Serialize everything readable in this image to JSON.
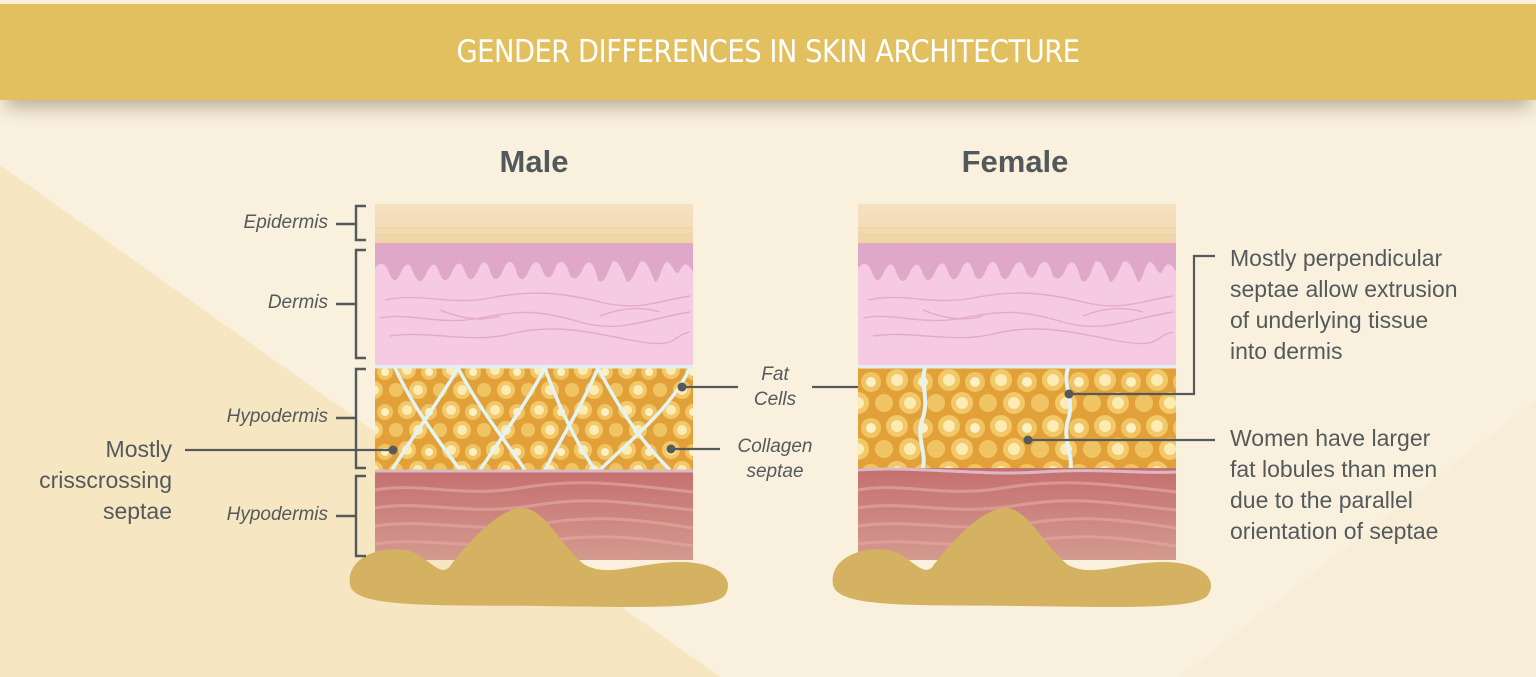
{
  "header": {
    "title": "GENDER DIFFERENCES IN SKIN ARCHITECTURE"
  },
  "colors": {
    "banner": "#e2bf5f",
    "background": "#f9f0de",
    "background_diagonal": "#f6e6c2",
    "text": "#545a5c",
    "epidermis": "#f3dcb5",
    "dermis_upper": "#e0a9c9",
    "dermis": "#f6c9e3",
    "hypodermis_fat": "#e4a43a",
    "fat_cell": "#fbe7a6",
    "septae": "#e3f1f1",
    "muscle": "#c77b76",
    "bone": "#d4b262"
  },
  "male": {
    "title": "Male",
    "layer_labels": [
      "Epidermis",
      "Dermis",
      "Hypodermis",
      "Hypodermis"
    ],
    "note": {
      "lines": [
        "Mostly",
        "crisscrossing",
        "septae"
      ]
    }
  },
  "female": {
    "title": "Female",
    "notes": [
      {
        "lines": [
          "Mostly perpendicular",
          "septae allow extrusion",
          "of underlying tissue",
          "into dermis"
        ]
      },
      {
        "lines": [
          "Women have larger",
          "fat lobules than men",
          "due to the parallel",
          "orientation of septae"
        ]
      }
    ]
  },
  "center_labels": {
    "fat_cells": [
      "Fat",
      "Cells"
    ],
    "collagen_septae": [
      "Collagen",
      "septae"
    ]
  }
}
